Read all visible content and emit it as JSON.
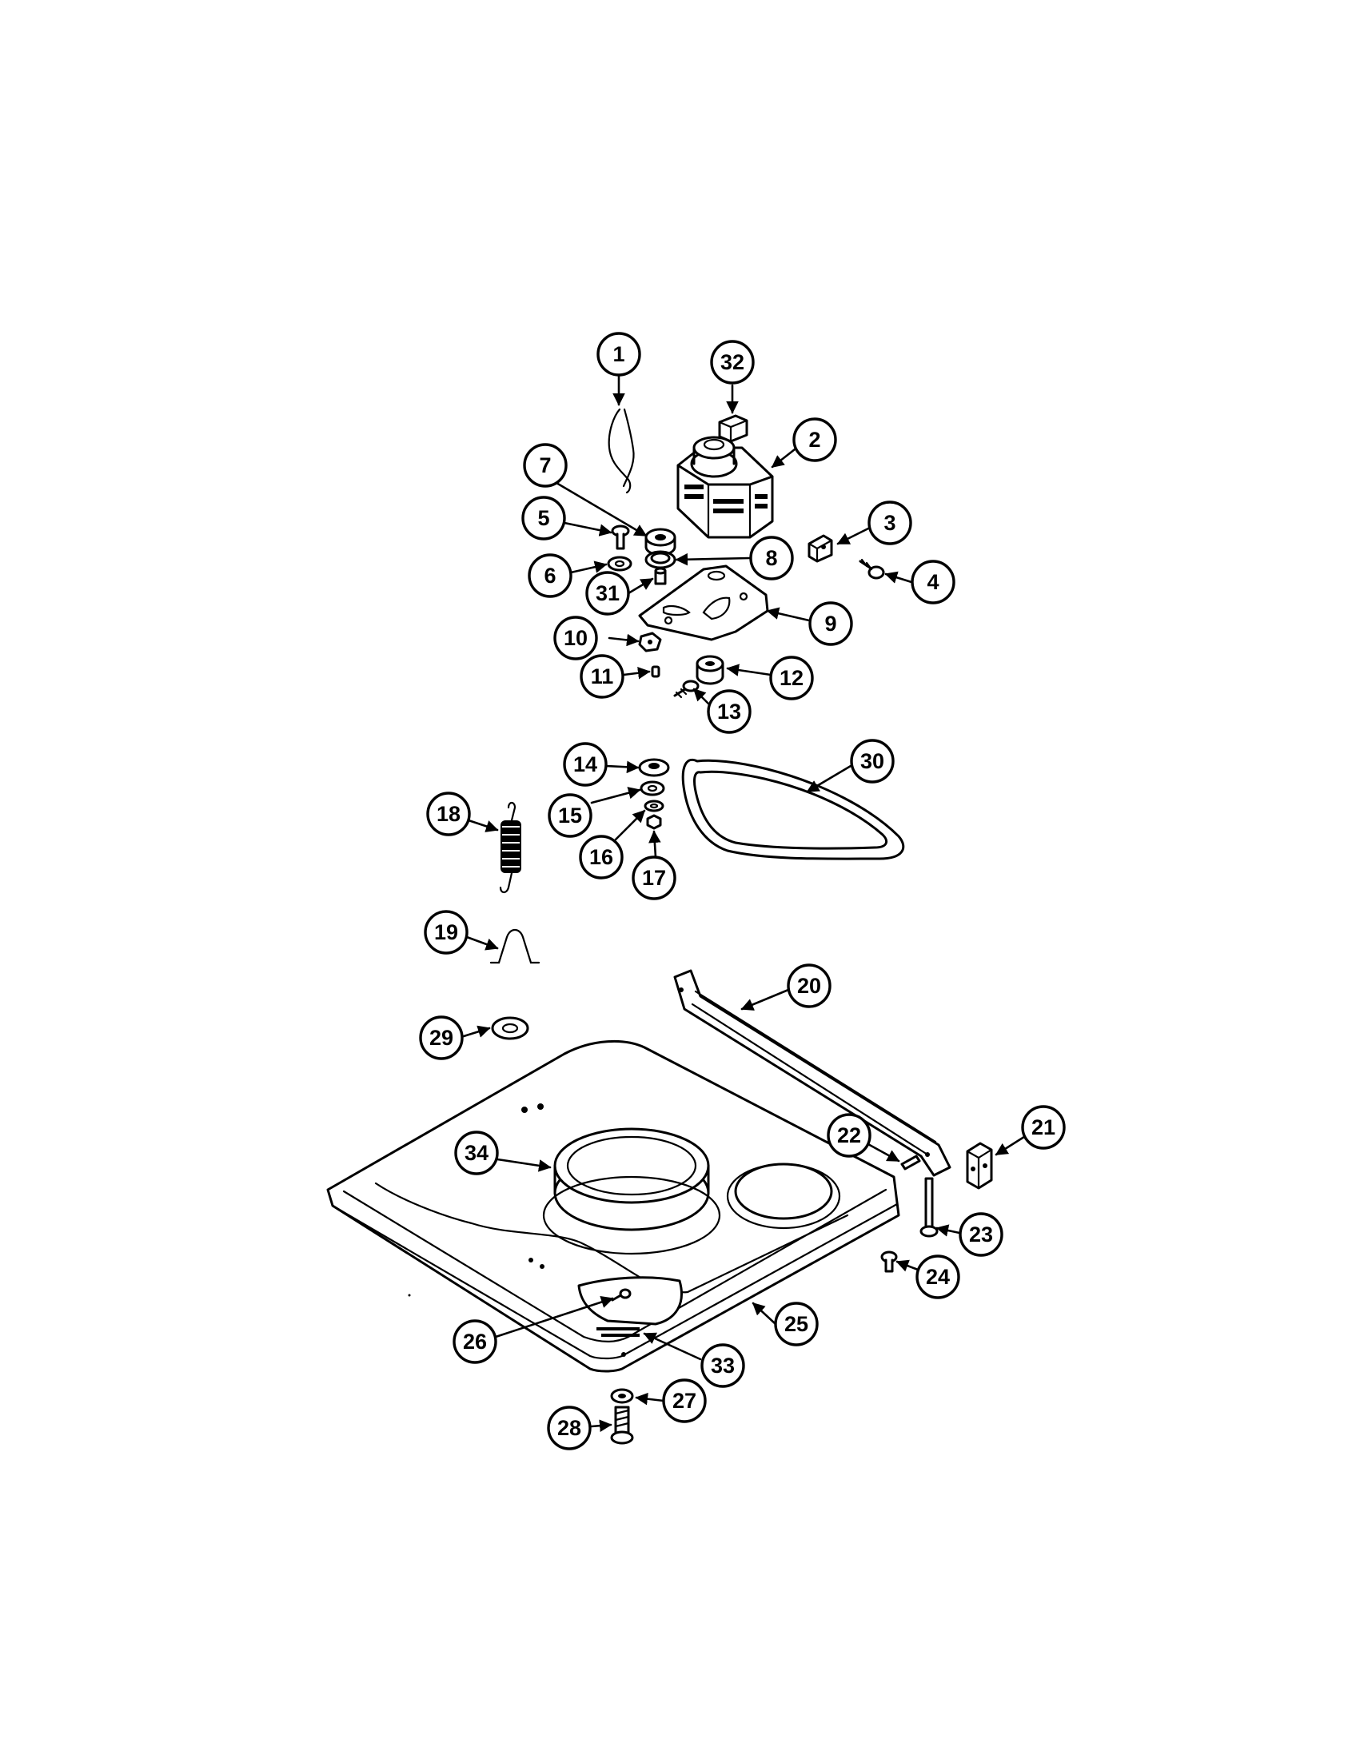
{
  "callouts": [
    {
      "id": "1",
      "label": "1"
    },
    {
      "id": "2",
      "label": "2"
    },
    {
      "id": "3",
      "label": "3"
    },
    {
      "id": "4",
      "label": "4"
    },
    {
      "id": "5",
      "label": "5"
    },
    {
      "id": "6",
      "label": "6"
    },
    {
      "id": "7",
      "label": "7"
    },
    {
      "id": "8",
      "label": "8"
    },
    {
      "id": "9",
      "label": "9"
    },
    {
      "id": "10",
      "label": "10"
    },
    {
      "id": "11",
      "label": "11"
    },
    {
      "id": "12",
      "label": "12"
    },
    {
      "id": "13",
      "label": "13"
    },
    {
      "id": "14",
      "label": "14"
    },
    {
      "id": "15",
      "label": "15"
    },
    {
      "id": "16",
      "label": "16"
    },
    {
      "id": "17",
      "label": "17"
    },
    {
      "id": "18",
      "label": "18"
    },
    {
      "id": "19",
      "label": "19"
    },
    {
      "id": "20",
      "label": "20"
    },
    {
      "id": "21",
      "label": "21"
    },
    {
      "id": "22",
      "label": "22"
    },
    {
      "id": "23",
      "label": "23"
    },
    {
      "id": "24",
      "label": "24"
    },
    {
      "id": "25",
      "label": "25"
    },
    {
      "id": "26",
      "label": "26"
    },
    {
      "id": "27",
      "label": "27"
    },
    {
      "id": "28",
      "label": "28"
    },
    {
      "id": "29",
      "label": "29"
    },
    {
      "id": "30",
      "label": "30"
    },
    {
      "id": "31",
      "label": "31"
    },
    {
      "id": "32",
      "label": "32"
    },
    {
      "id": "33",
      "label": "33"
    },
    {
      "id": "34",
      "label": "34"
    }
  ]
}
